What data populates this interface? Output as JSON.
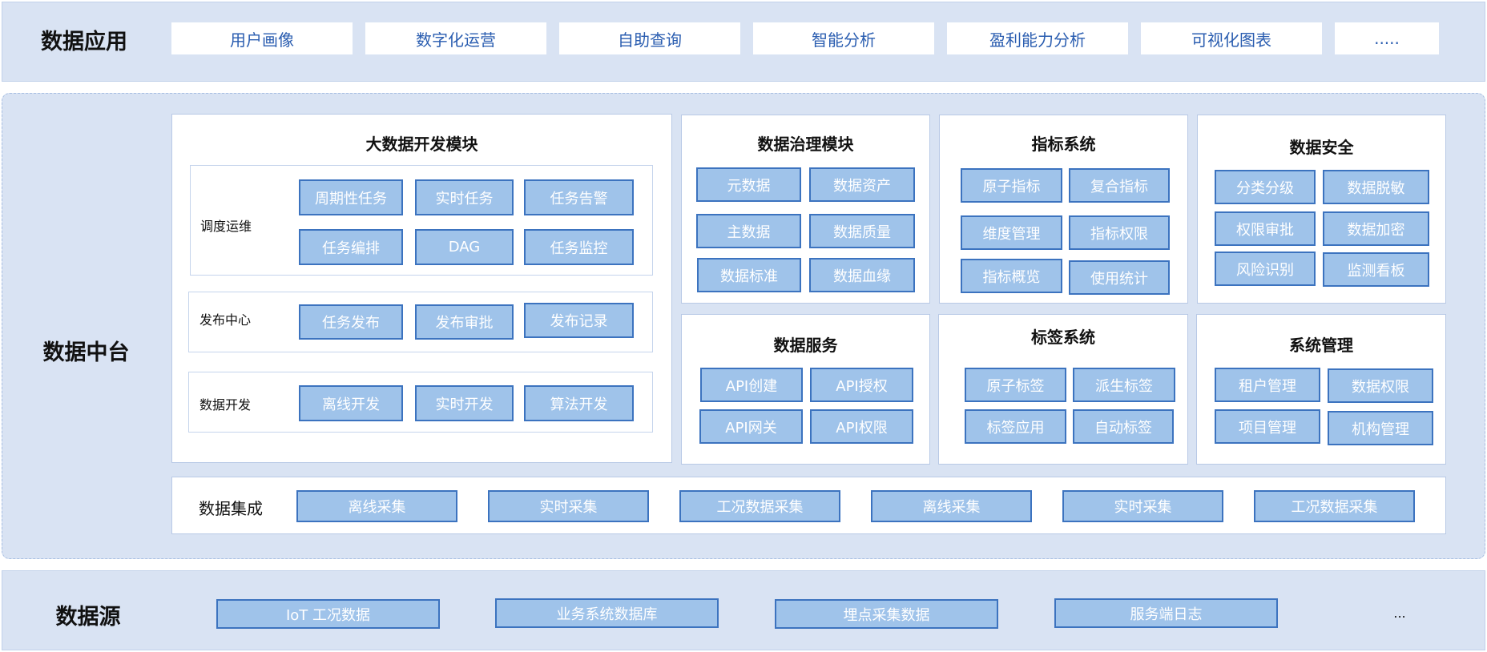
{
  "data_app": {
    "label": "数据应用",
    "items": [
      "用户画像",
      "数字化运营",
      "自助查询",
      "智能分析",
      "盈利能力分析",
      "可视化图表",
      "....."
    ]
  },
  "middle": {
    "label": "数据中台",
    "bigdata": {
      "title": "大数据开发模块",
      "sections": [
        {
          "label": "调度运维",
          "chips": [
            "周期性任务",
            "实时任务",
            "任务告警",
            "任务编排",
            "DAG",
            "任务监控"
          ]
        },
        {
          "label": "发布中心",
          "chips": [
            "任务发布",
            "发布审批",
            "发布记录"
          ]
        },
        {
          "label": "数据开发",
          "chips": [
            "离线开发",
            "实时开发",
            "算法开发"
          ]
        }
      ]
    },
    "modules": [
      {
        "title": "数据治理模块",
        "chips": [
          "元数据",
          "数据资产",
          "主数据",
          "数据质量",
          "数据标准",
          "数据血缘"
        ]
      },
      {
        "title": "指标系统",
        "chips": [
          "原子指标",
          "复合指标",
          "维度管理",
          "指标权限",
          "指标概览",
          "使用统计"
        ]
      },
      {
        "title": "数据安全",
        "chips": [
          "分类分级",
          "数据脱敏",
          "权限审批",
          "数据加密",
          "风险识别",
          "监测看板"
        ]
      },
      {
        "title": "数据服务",
        "chips": [
          "API创建",
          "API授权",
          "API网关",
          "API权限"
        ]
      },
      {
        "title": "标签系统",
        "chips": [
          "原子标签",
          "派生标签",
          "标签应用",
          "自动标签"
        ]
      },
      {
        "title": "系统管理",
        "chips": [
          "租户管理",
          "数据权限",
          "项目管理",
          "机构管理"
        ]
      }
    ],
    "integration": {
      "label": "数据集成",
      "chips": [
        "离线采集",
        "实时采集",
        "工况数据采集",
        "离线采集",
        "实时采集",
        "工况数据采集"
      ]
    }
  },
  "data_source": {
    "label": "数据源",
    "chips": [
      "IoT 工况数据",
      "业务系统数据库",
      "埋点采集数据",
      "服务端日志"
    ],
    "more": "..."
  }
}
